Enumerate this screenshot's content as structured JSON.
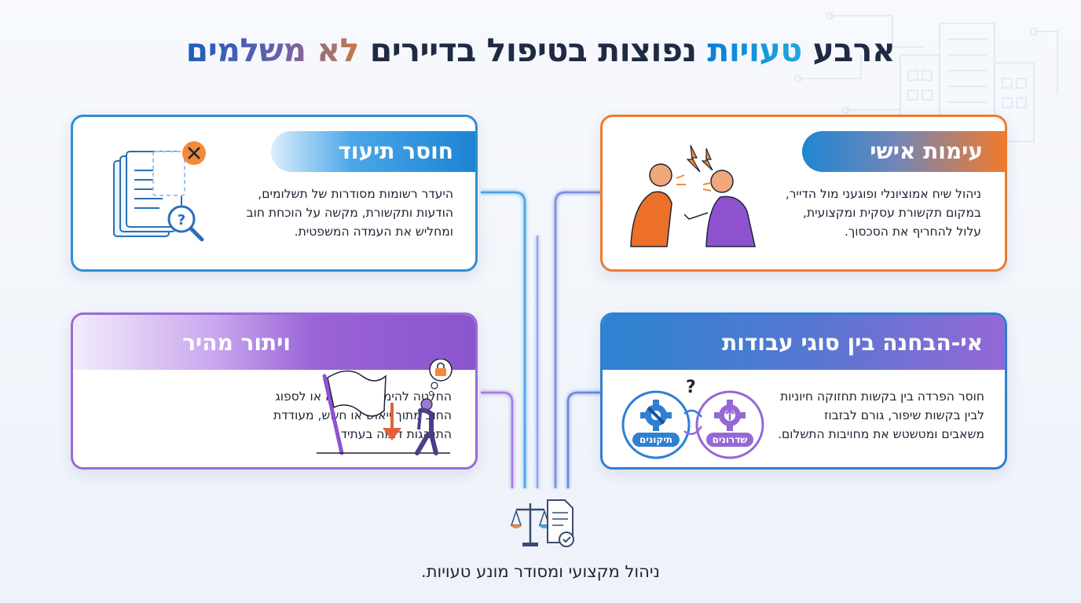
{
  "title": {
    "part1": "ארבע",
    "part2": "טעויות",
    "part3": "נפוצות בטיפול בדיירים",
    "part4": "לא משלמים"
  },
  "cards": {
    "lack_docs": {
      "heading": "חוסר תיעוד",
      "text": "היעדר רשומות מסודרות של תשלומים,\nהודעות ותקשורת, מקשה על הוכחת חוב\nומחליש את העמדה המשפטית."
    },
    "personal": {
      "heading": "עימות אישי",
      "text": "ניהול שיח אמוציונלי ופוגעני מול הדייר,\nבמקום תקשורת עסקית ומקצועית,\nעלול להחריף את הסכסוך."
    },
    "giving_up": {
      "heading": "ויתור מהיר",
      "text": "החלטה להימנע מפעולה או לספוג\nהחוב מתוך ייאוש או חשש, מעודדת\nהתנהגות דומה בעתיד."
    },
    "distinction": {
      "heading": "אי-הבחנה בין סוגי עבודות",
      "text": "חוסר הפרדה בין בקשות תחזוקה חיוניות\nלבין בקשות שיפור, גורם לבזבוז\nמשאבים ומטשטש את מחויבות התשלום.",
      "gear_left": "תיקונים",
      "gear_right": "שדרונים",
      "question": "?"
    }
  },
  "footer": {
    "text": "ניהול מקצועי ומסודר מונע טעויות."
  },
  "colors": {
    "blue": "#2e8fd6",
    "orange": "#ee7a33",
    "purple": "#9b6ad8",
    "dark": "#1f2a44"
  }
}
